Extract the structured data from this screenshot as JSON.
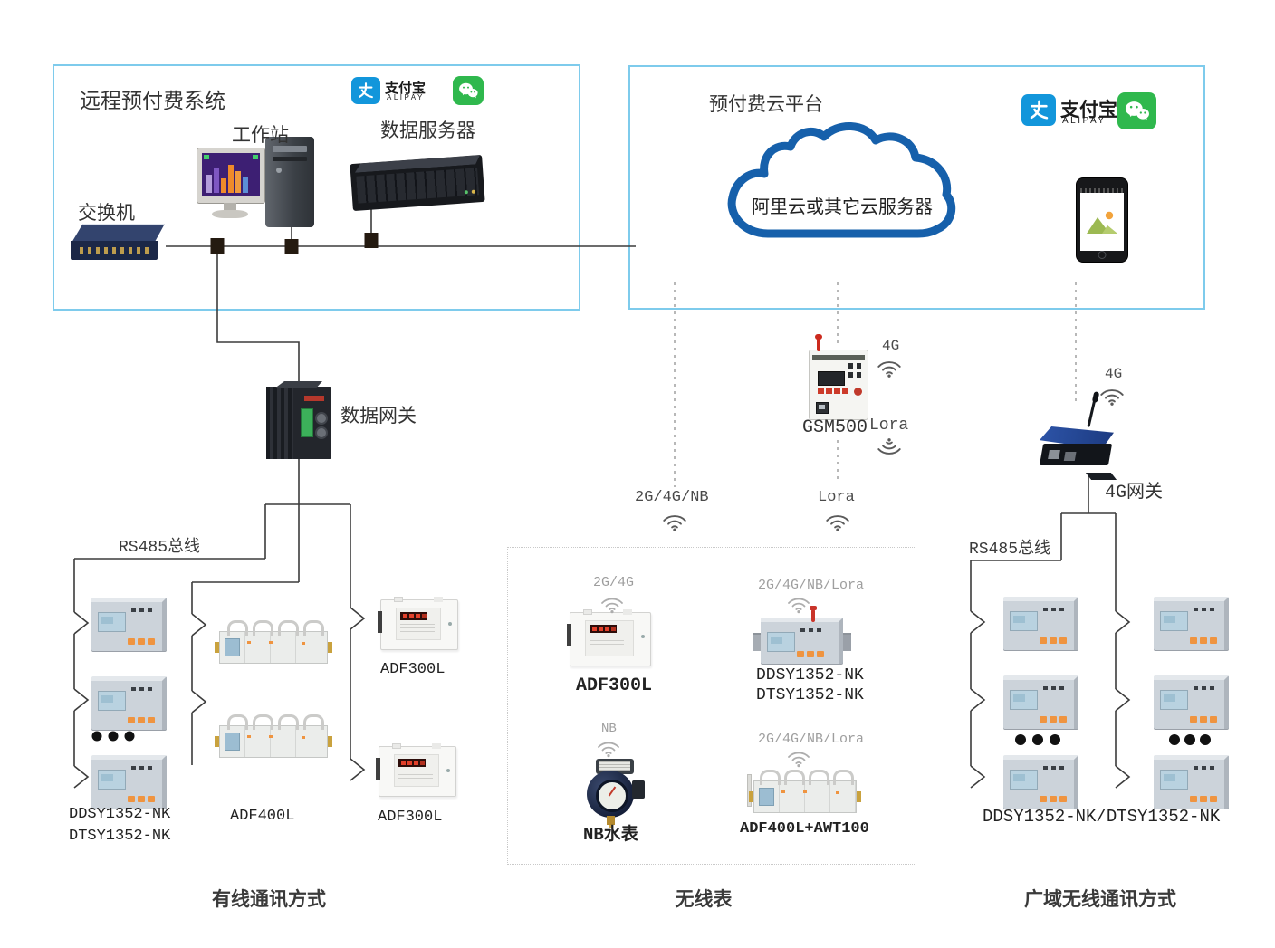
{
  "system_box": {
    "title": "远程预付费系统",
    "switch_label": "交换机",
    "workstation_label": "工作站",
    "server_label": "数据服务器"
  },
  "cloud_box": {
    "title": "预付费云平台",
    "cloud_text": "阿里云或其它云服务器"
  },
  "brand": {
    "alipay_name": "支付宝",
    "alipay_sub": "ALIPAY"
  },
  "gateways": {
    "data_gateway": "数据网关",
    "gsm_model": "GSM500",
    "gsm_4g": "4G",
    "gsm_lora": "Lora",
    "wan_4g": "4G",
    "wan_gateway": "4G网关"
  },
  "links": {
    "cellular": "2G/4G/NB",
    "lora": "Lora"
  },
  "wired_section": {
    "rs485": "RS485总线",
    "stack_model_1": "DDSY1352-NK",
    "stack_model_2": "DTSY1352-NK",
    "adf400l": "ADF400L",
    "adf300l": "ADF300L",
    "caption": "有线通讯方式"
  },
  "wireless_section": {
    "adf300l_signal": "2G/4G",
    "adf300l": "ADF300L",
    "ddsy_signal": "2G/4G/NB/Lora",
    "ddsy_model_1": "DDSY1352-NK",
    "ddsy_model_2": "DTSY1352-NK",
    "nb_signal": "NB",
    "water_meter": "NB水表",
    "adf400l_signal": "2G/4G/NB/Lora",
    "adf400l_awt": "ADF400L+AWT100",
    "caption": "无线表"
  },
  "wan_section": {
    "rs485": "RS485总线",
    "meters": "DDSY1352-NK/DTSY1352-NK",
    "caption": "广域无线通讯方式"
  }
}
